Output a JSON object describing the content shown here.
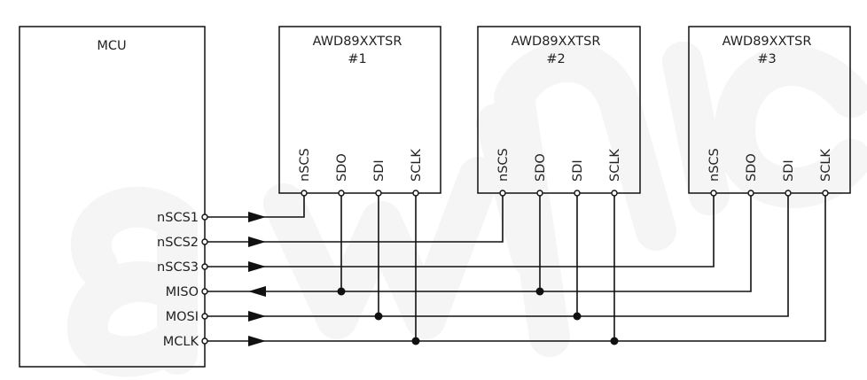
{
  "watermark": {
    "text": "awinic",
    "color": "#f5f5f5"
  },
  "colors": {
    "line": "#111111",
    "text": "#222222",
    "background": "#ffffff"
  },
  "mcu": {
    "title": "MCU",
    "pins": [
      {
        "name": "nSCS1",
        "direction": "out"
      },
      {
        "name": "nSCS2",
        "direction": "out"
      },
      {
        "name": "nSCS3",
        "direction": "out"
      },
      {
        "name": "MISO",
        "direction": "in"
      },
      {
        "name": "MOSI",
        "direction": "out"
      },
      {
        "name": "MCLK",
        "direction": "out"
      }
    ]
  },
  "devices": [
    {
      "title": "AWD89XXTSR",
      "index": "#1",
      "pins": [
        "nSCS",
        "SDO",
        "SDI",
        "SCLK"
      ]
    },
    {
      "title": "AWD89XXTSR",
      "index": "#2",
      "pins": [
        "nSCS",
        "SDO",
        "SDI",
        "SCLK"
      ]
    },
    {
      "title": "AWD89XXTSR",
      "index": "#3",
      "pins": [
        "nSCS",
        "SDO",
        "SDI",
        "SCLK"
      ]
    }
  ],
  "connections": [
    {
      "from": "nSCS1",
      "to": "#1.nSCS"
    },
    {
      "from": "nSCS2",
      "to": "#2.nSCS"
    },
    {
      "from": "nSCS3",
      "to": "#3.nSCS"
    },
    {
      "from": "MISO",
      "to": [
        "#1.SDO",
        "#2.SDO",
        "#3.SDO"
      ]
    },
    {
      "from": "MOSI",
      "to": [
        "#1.SDI",
        "#2.SDI",
        "#3.SDI"
      ]
    },
    {
      "from": "MCLK",
      "to": [
        "#1.SCLK",
        "#2.SCLK",
        "#3.SCLK"
      ]
    }
  ]
}
